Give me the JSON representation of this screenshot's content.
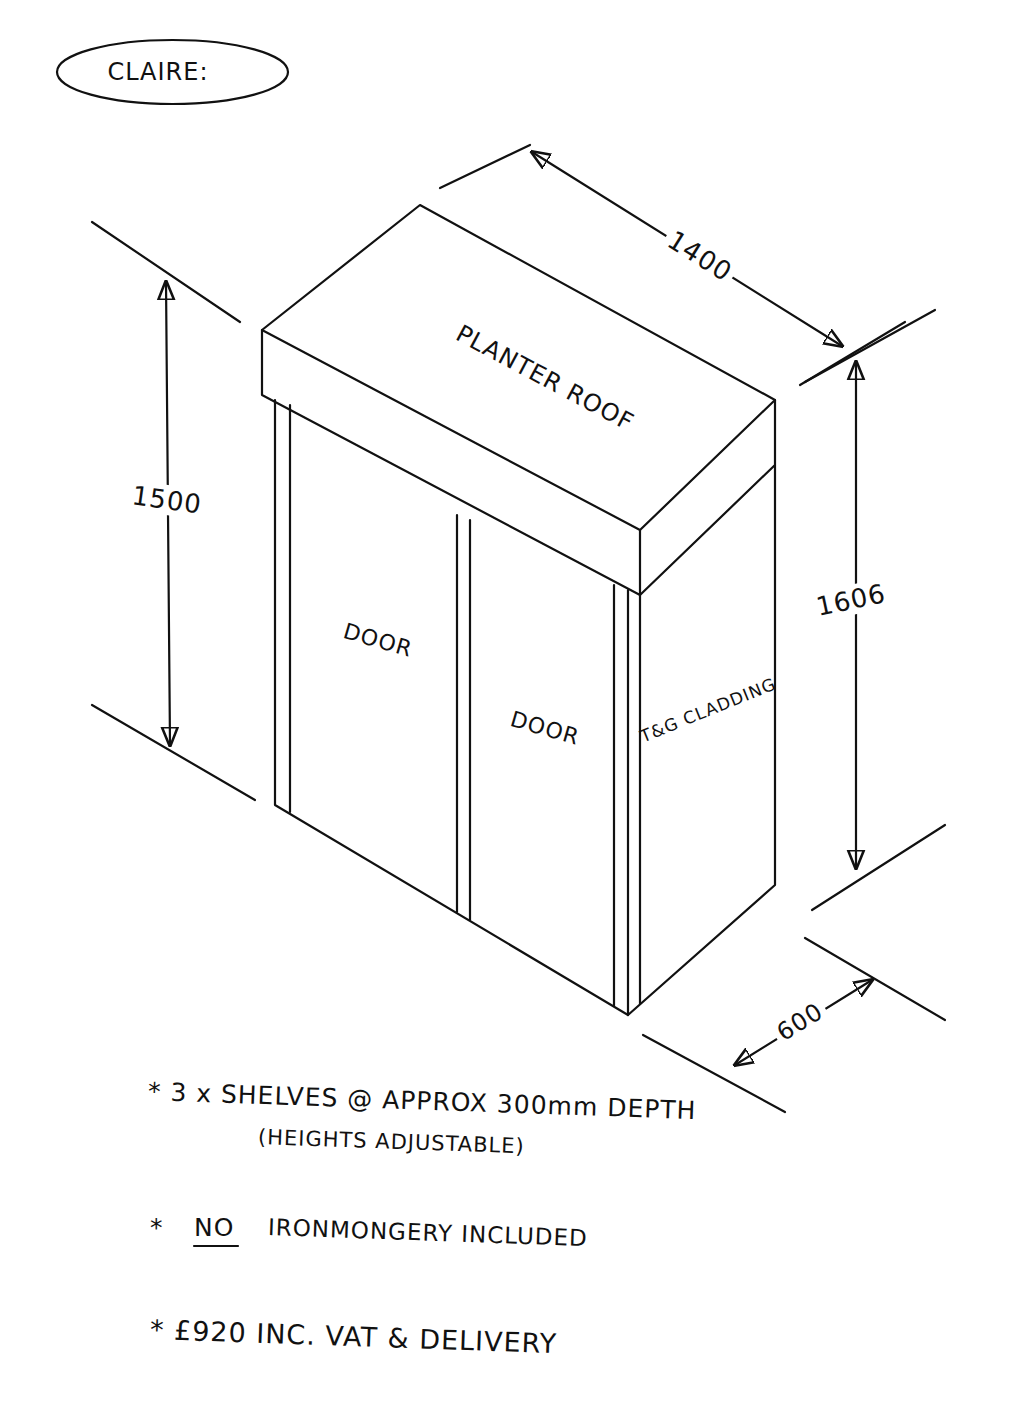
{
  "diagram": {
    "nodes": [
      {
        "text": [
          "CLAIRE:"
        ]
      }
    ],
    "labels": [
      "1400",
      "PLANTER ROOF",
      "1500",
      "1606",
      "DOOR",
      "DOOR",
      "T&G CLADDING",
      "600",
      "* 3 x SHELVES @ APPROX 300mm DEPTH",
      "(HEIGHTS ADJUSTABLE)",
      "*",
      "NO",
      "IRONMONGERY INCLUDED",
      "* £920 INC. VAT & DELIVERY"
    ]
  }
}
